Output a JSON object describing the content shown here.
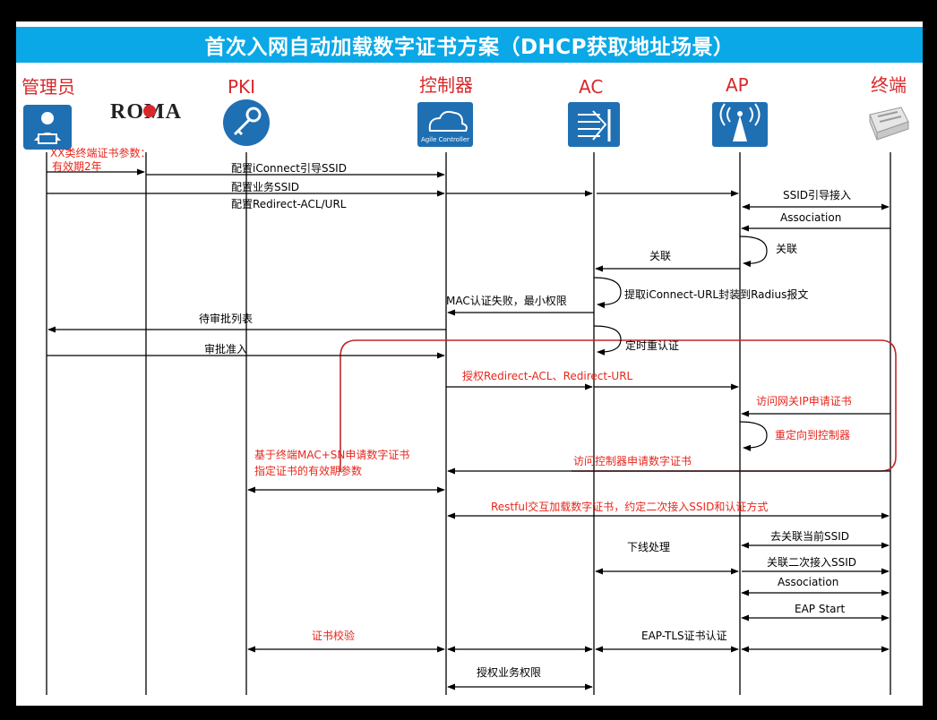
{
  "title": "首次入网自动加载数字证书方案（DHCP获取地址场景）",
  "participants": {
    "admin": "管理员",
    "roma": "ROMA",
    "pki": "PKI",
    "controller": "控制器",
    "ac": "AC",
    "ap": "AP",
    "terminal": "终端"
  },
  "icons": {
    "admin": "admin-person-icon",
    "pki": "key-icon",
    "controller": "cloud-controller-icon",
    "controller_caption": "Agile Controller",
    "ac": "ac-device-icon",
    "ap": "antenna-icon",
    "terminal": "terminal-device-icon"
  },
  "colors": {
    "title_bar": "#0aa8e6",
    "participant_red": "#d8282a",
    "icon_blue": "#1f6fb3",
    "highlight_text": "#e8261c",
    "group_box": "#c0282a"
  },
  "messages": {
    "m1": "XX类终端证书参数：",
    "m1b": "有效期2年",
    "m2": "配置iConnect引导SSID",
    "m3": "配置业务SSID",
    "m4": "配置Redirect-ACL/URL",
    "m5": "SSID引导接入",
    "m6": "Association",
    "m7": "关联",
    "m8": "关联",
    "m9": "提取iConnect-URL封装到Radius报文",
    "m10": "MAC认证失败，最小权限",
    "m11": "待审批列表",
    "m12": "定时重认证",
    "m13": "审批准入",
    "m14": "授权Redirect-ACL、Redirect-URL",
    "m15": "访问网关IP申请证书",
    "m16": "重定向到控制器",
    "m17": "访问控制器申请数字证书",
    "m18": "基于终端MAC+SN申请数字证书",
    "m18b": "指定证书的有效期参数",
    "m19": "Restful交互加载数字证书，约定二次接入SSID和认证方式",
    "m20": "去关联当前SSID",
    "m21": "下线处理",
    "m22": "关联二次接入SSID",
    "m23": "Association",
    "m24": "EAP Start",
    "m25": "证书校验",
    "m26": "EAP-TLS证书认证",
    "m27": "授权业务权限"
  }
}
